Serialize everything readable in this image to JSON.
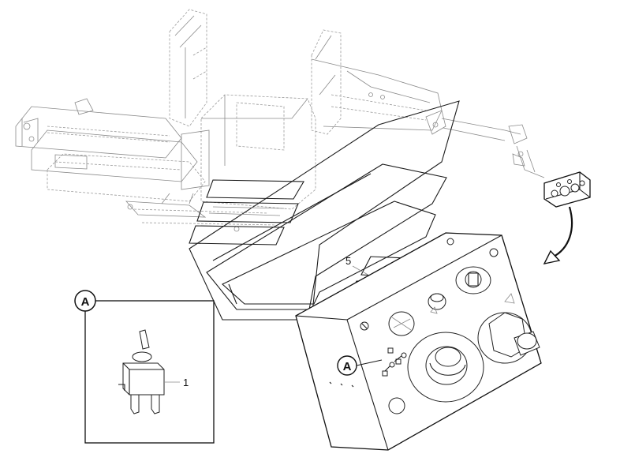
{
  "callouts": {
    "detail_letter": "A",
    "panel_letter": "A"
  },
  "labels": {
    "part_1": "1",
    "part_5": "5"
  },
  "colors": {
    "ink": "#111111",
    "faint": "#8a8a8a",
    "background": "#ffffff"
  }
}
